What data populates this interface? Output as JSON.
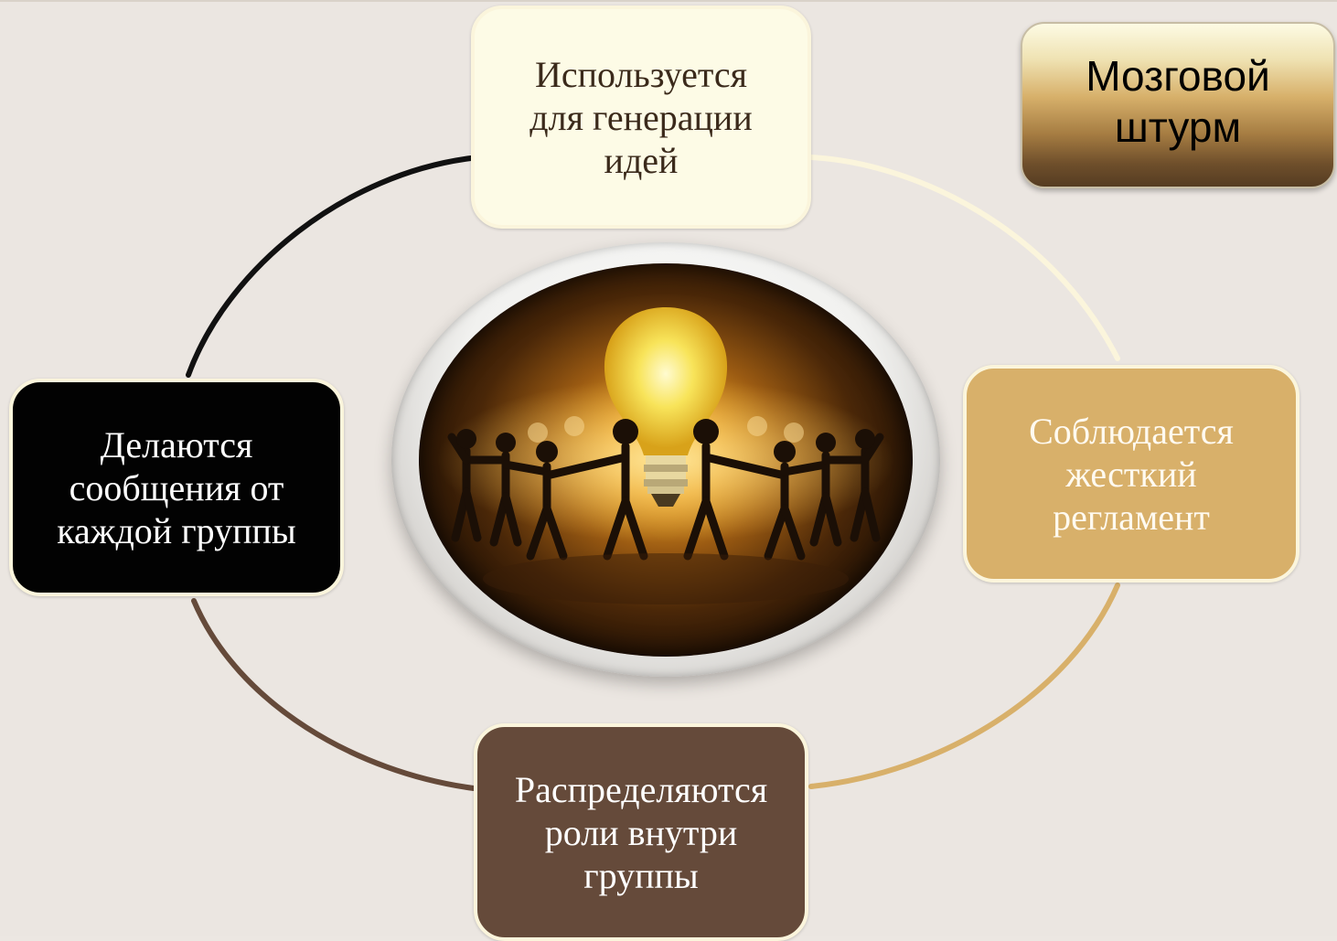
{
  "diagram": {
    "title": "Мозговой\nштурм",
    "nodes": {
      "top": "Используется\nдля генерации\nидей",
      "right": "Соблюдается\nжесткий\nрегламент",
      "bottom": "Распределяются\nроли внутри\nгруппы",
      "left": "Делаются\nсообщения от\nкаждой группы"
    },
    "image": {
      "subject": "lightbulb-with-people-icon"
    },
    "colors": {
      "background": "#ebe6e1",
      "node_top": "#fdfbe6",
      "node_right": "#d8b06a",
      "node_bottom": "#654a3a",
      "node_left": "#020202",
      "arc_top_right": "#fbf5dc",
      "arc_right_bottom": "#d8b06a",
      "arc_bottom_left": "#654a3a",
      "arc_left_top": "#111111"
    }
  }
}
